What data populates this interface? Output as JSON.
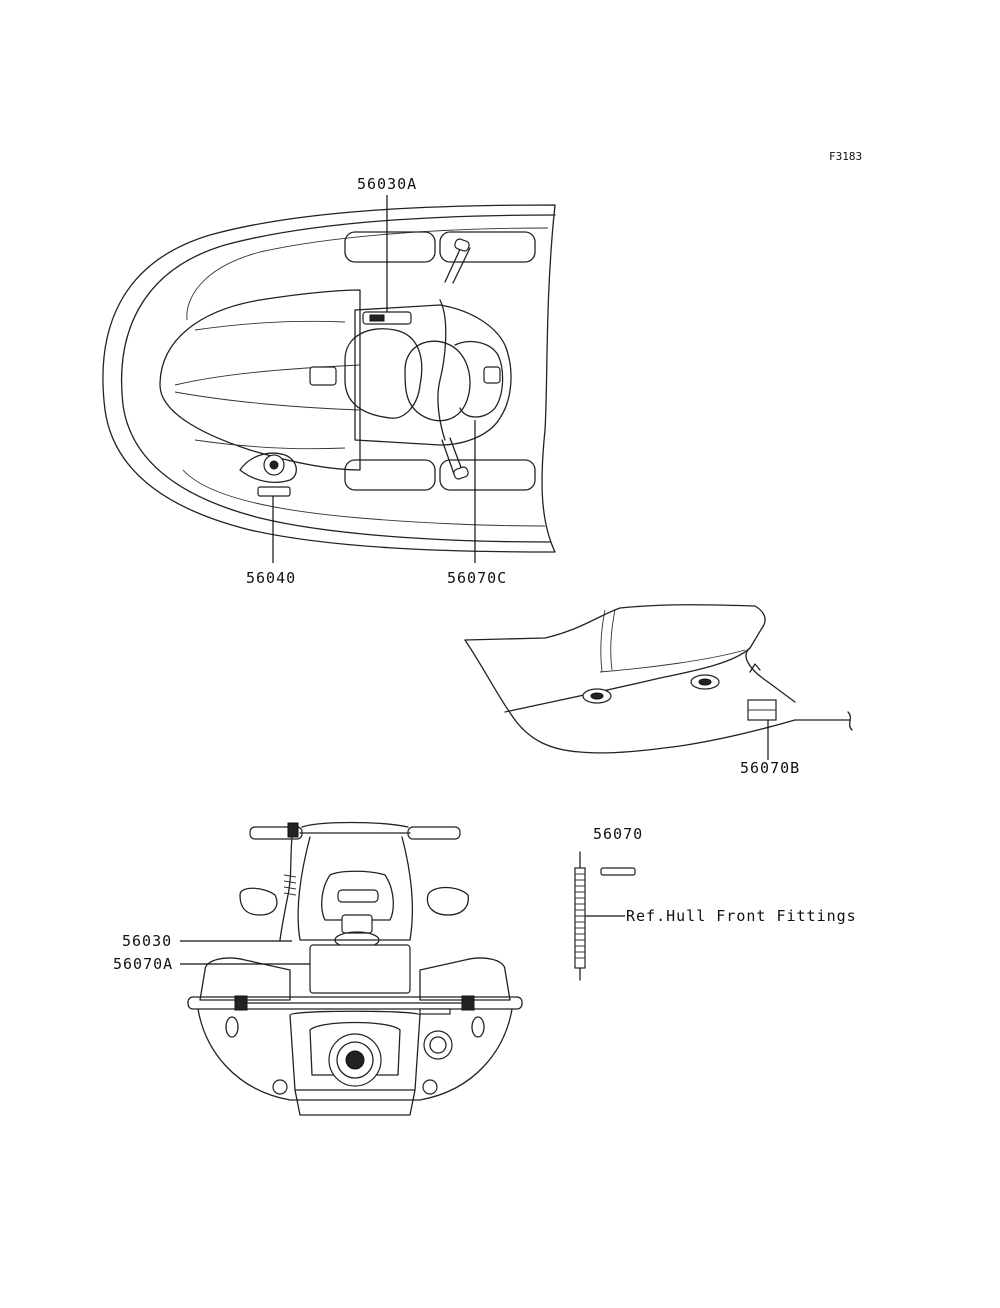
{
  "figure_code": "F3183",
  "callouts": {
    "top_view": [
      "56030A",
      "56040",
      "56070C"
    ],
    "side_view": [
      "56070B"
    ],
    "rear_view": [
      "56030",
      "56070A"
    ],
    "detail": [
      "56070"
    ]
  },
  "reference_note": "Ref.Hull Front Fittings",
  "colors": {
    "line": "#222222",
    "background": "#ffffff"
  }
}
